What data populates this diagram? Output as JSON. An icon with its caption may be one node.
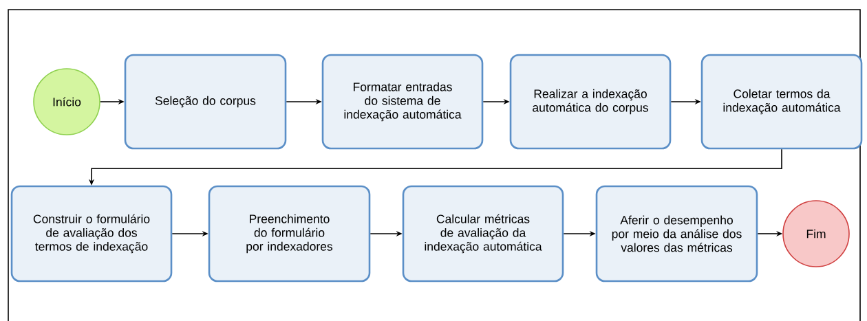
{
  "diagram": {
    "nodes": [
      {
        "text": [
          "Início"
        ]
      },
      {
        "text": [
          "Seleção do corpus"
        ]
      },
      {
        "text": [
          "Formatar entradas do sistema de indexação automática"
        ]
      },
      {
        "text": [
          "Realizar a indexação automática do corpus"
        ]
      },
      {
        "text": [
          "Coletar termos da indexação automática"
        ]
      },
      {
        "text": [
          "Construir o formulário de avaliação dos termos de indexação"
        ]
      },
      {
        "text": [
          "Preenchimento do formulário por indexadores"
        ]
      },
      {
        "text": [
          "Calcular métricas de avaliação da indexação automática"
        ]
      },
      {
        "text": [
          "Aferir o desempenho por meio da análise dos valores das métricas"
        ]
      },
      {
        "text": [
          "Fim"
        ]
      }
    ],
    "edges": [
      {
        "from": 0,
        "to": 1,
        "arrow": "to"
      },
      {
        "from": 1,
        "to": 2,
        "arrow": "to"
      },
      {
        "from": 2,
        "to": 3,
        "arrow": "to"
      },
      {
        "from": 3,
        "to": 4,
        "arrow": "to"
      },
      {
        "from": 4,
        "to": 5,
        "arrow": "to"
      },
      {
        "from": 5,
        "to": 6,
        "arrow": "to"
      },
      {
        "from": 6,
        "to": 7,
        "arrow": "to"
      },
      {
        "from": 7,
        "to": 8,
        "arrow": "to"
      },
      {
        "from": 8,
        "to": 9,
        "arrow": "to"
      }
    ]
  }
}
